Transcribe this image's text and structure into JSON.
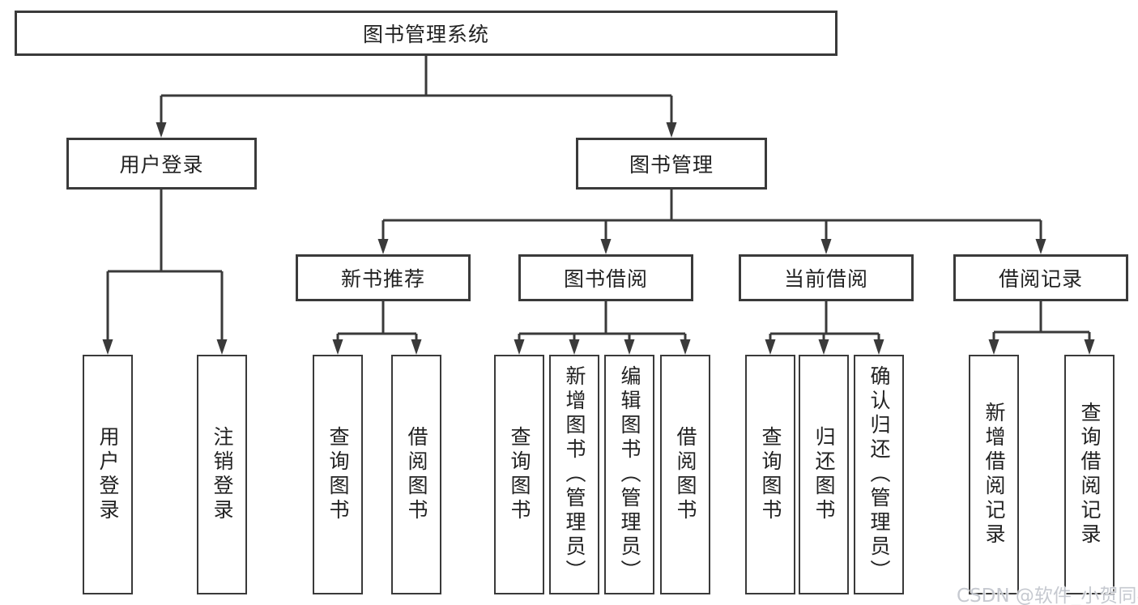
{
  "diagram_title": "图书管理系统",
  "watermark_text": "CSDN @软件_小贺同学",
  "colors": {
    "line": "#3a3a3a",
    "text": "#222222",
    "box_bg": "#ffffff",
    "watermark": "#c3c7ce"
  },
  "tree": {
    "root": {
      "label": "图书管理系统"
    },
    "branches": [
      {
        "label": "用户登录",
        "children": [
          {
            "label": "用户登录"
          },
          {
            "label": "注销登录"
          }
        ]
      },
      {
        "label": "图书管理",
        "children": [
          {
            "label": "新书推荐",
            "children": [
              {
                "label": "查询图书"
              },
              {
                "label": "借阅图书"
              }
            ]
          },
          {
            "label": "图书借阅",
            "children": [
              {
                "label": "查询图书"
              },
              {
                "label": "新增图书（管理员）"
              },
              {
                "label": "编辑图书（管理员）"
              },
              {
                "label": "借阅图书"
              }
            ]
          },
          {
            "label": "当前借阅",
            "children": [
              {
                "label": "查询图书"
              },
              {
                "label": "归还图书"
              },
              {
                "label": "确认归还（管理员）"
              }
            ]
          },
          {
            "label": "借阅记录",
            "children": [
              {
                "label": "新增借阅记录"
              },
              {
                "label": "查询借阅记录"
              }
            ]
          }
        ]
      }
    ]
  }
}
